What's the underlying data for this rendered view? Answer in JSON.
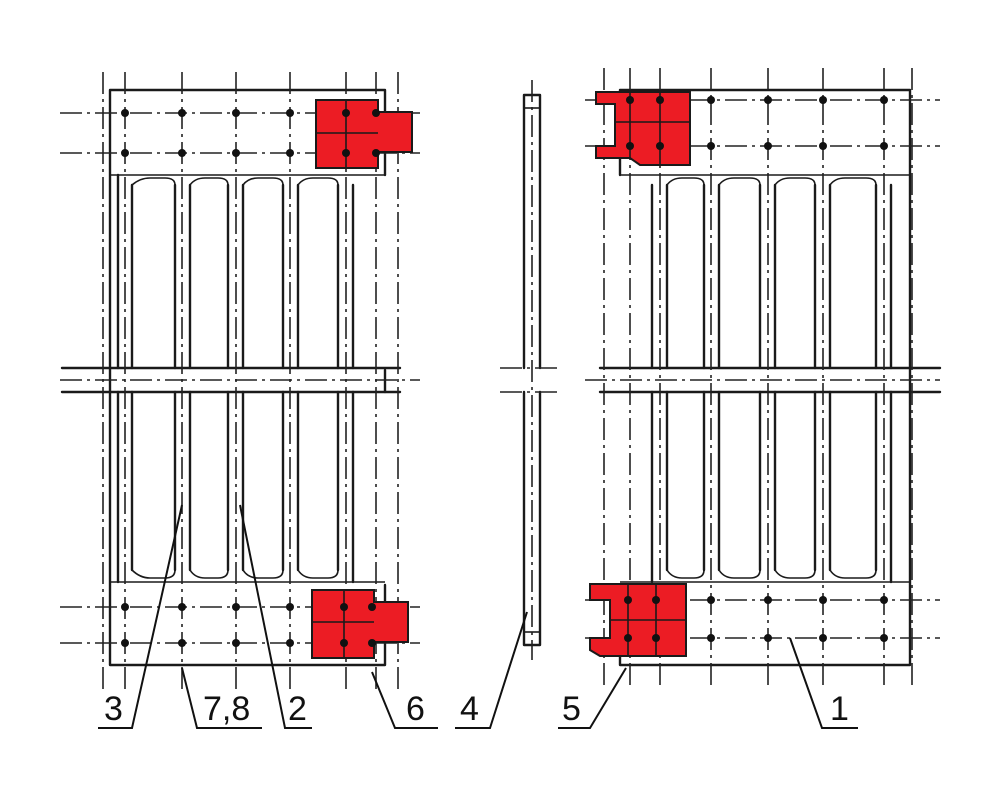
{
  "labels": {
    "part_3": "3",
    "part_7_8": "7,8",
    "part_2": "2",
    "part_6": "6",
    "part_4": "4",
    "part_5": "5",
    "part_1": "1"
  },
  "colors": {
    "highlight": "#ec1c24",
    "line": "#1a1a1a",
    "background": "#ffffff"
  }
}
